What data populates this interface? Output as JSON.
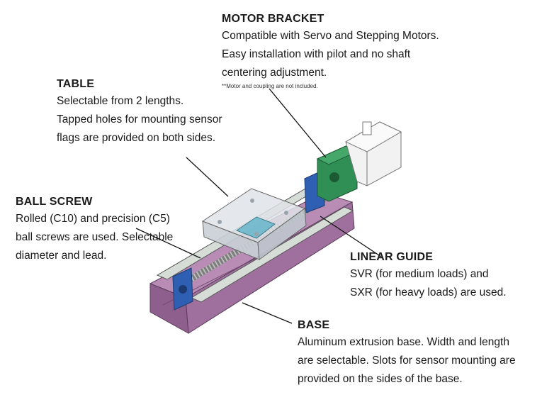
{
  "motor_bracket": {
    "title": "MOTOR BRACKET",
    "lines": [
      "Compatible with Servo and Stepping Motors.",
      "Easy installation with pilot and no shaft",
      "centering adjustment."
    ],
    "note": "**Motor and coupling are not included."
  },
  "table": {
    "title": "TABLE",
    "lines": [
      "Selectable from 2 lengths.",
      "Tapped holes for mounting sensor",
      "flags are provided on both sides."
    ]
  },
  "ball_screw": {
    "title": "BALL SCREW",
    "lines": [
      "Rolled (C10) and precision (C5)",
      "ball screws are used. Selectable",
      "diameter and lead."
    ]
  },
  "linear_guide": {
    "title": "LINEAR GUIDE",
    "lines": [
      "SVR (for medium loads) and",
      "SXR (for heavy loads) are used."
    ]
  },
  "base": {
    "title": "BASE",
    "lines": [
      "Aluminum extrusion base. Width and length",
      "are selectable. Slots for sensor mounting are",
      "provided on the sides of the base."
    ]
  },
  "colors": {
    "base": "#a87fa6",
    "rail": "#d6dcd6",
    "bracket_green": "#2f8f55",
    "end_block_blue": "#2e5fb3",
    "table": "#dfe3e8",
    "motor": "#f2f2f2"
  }
}
